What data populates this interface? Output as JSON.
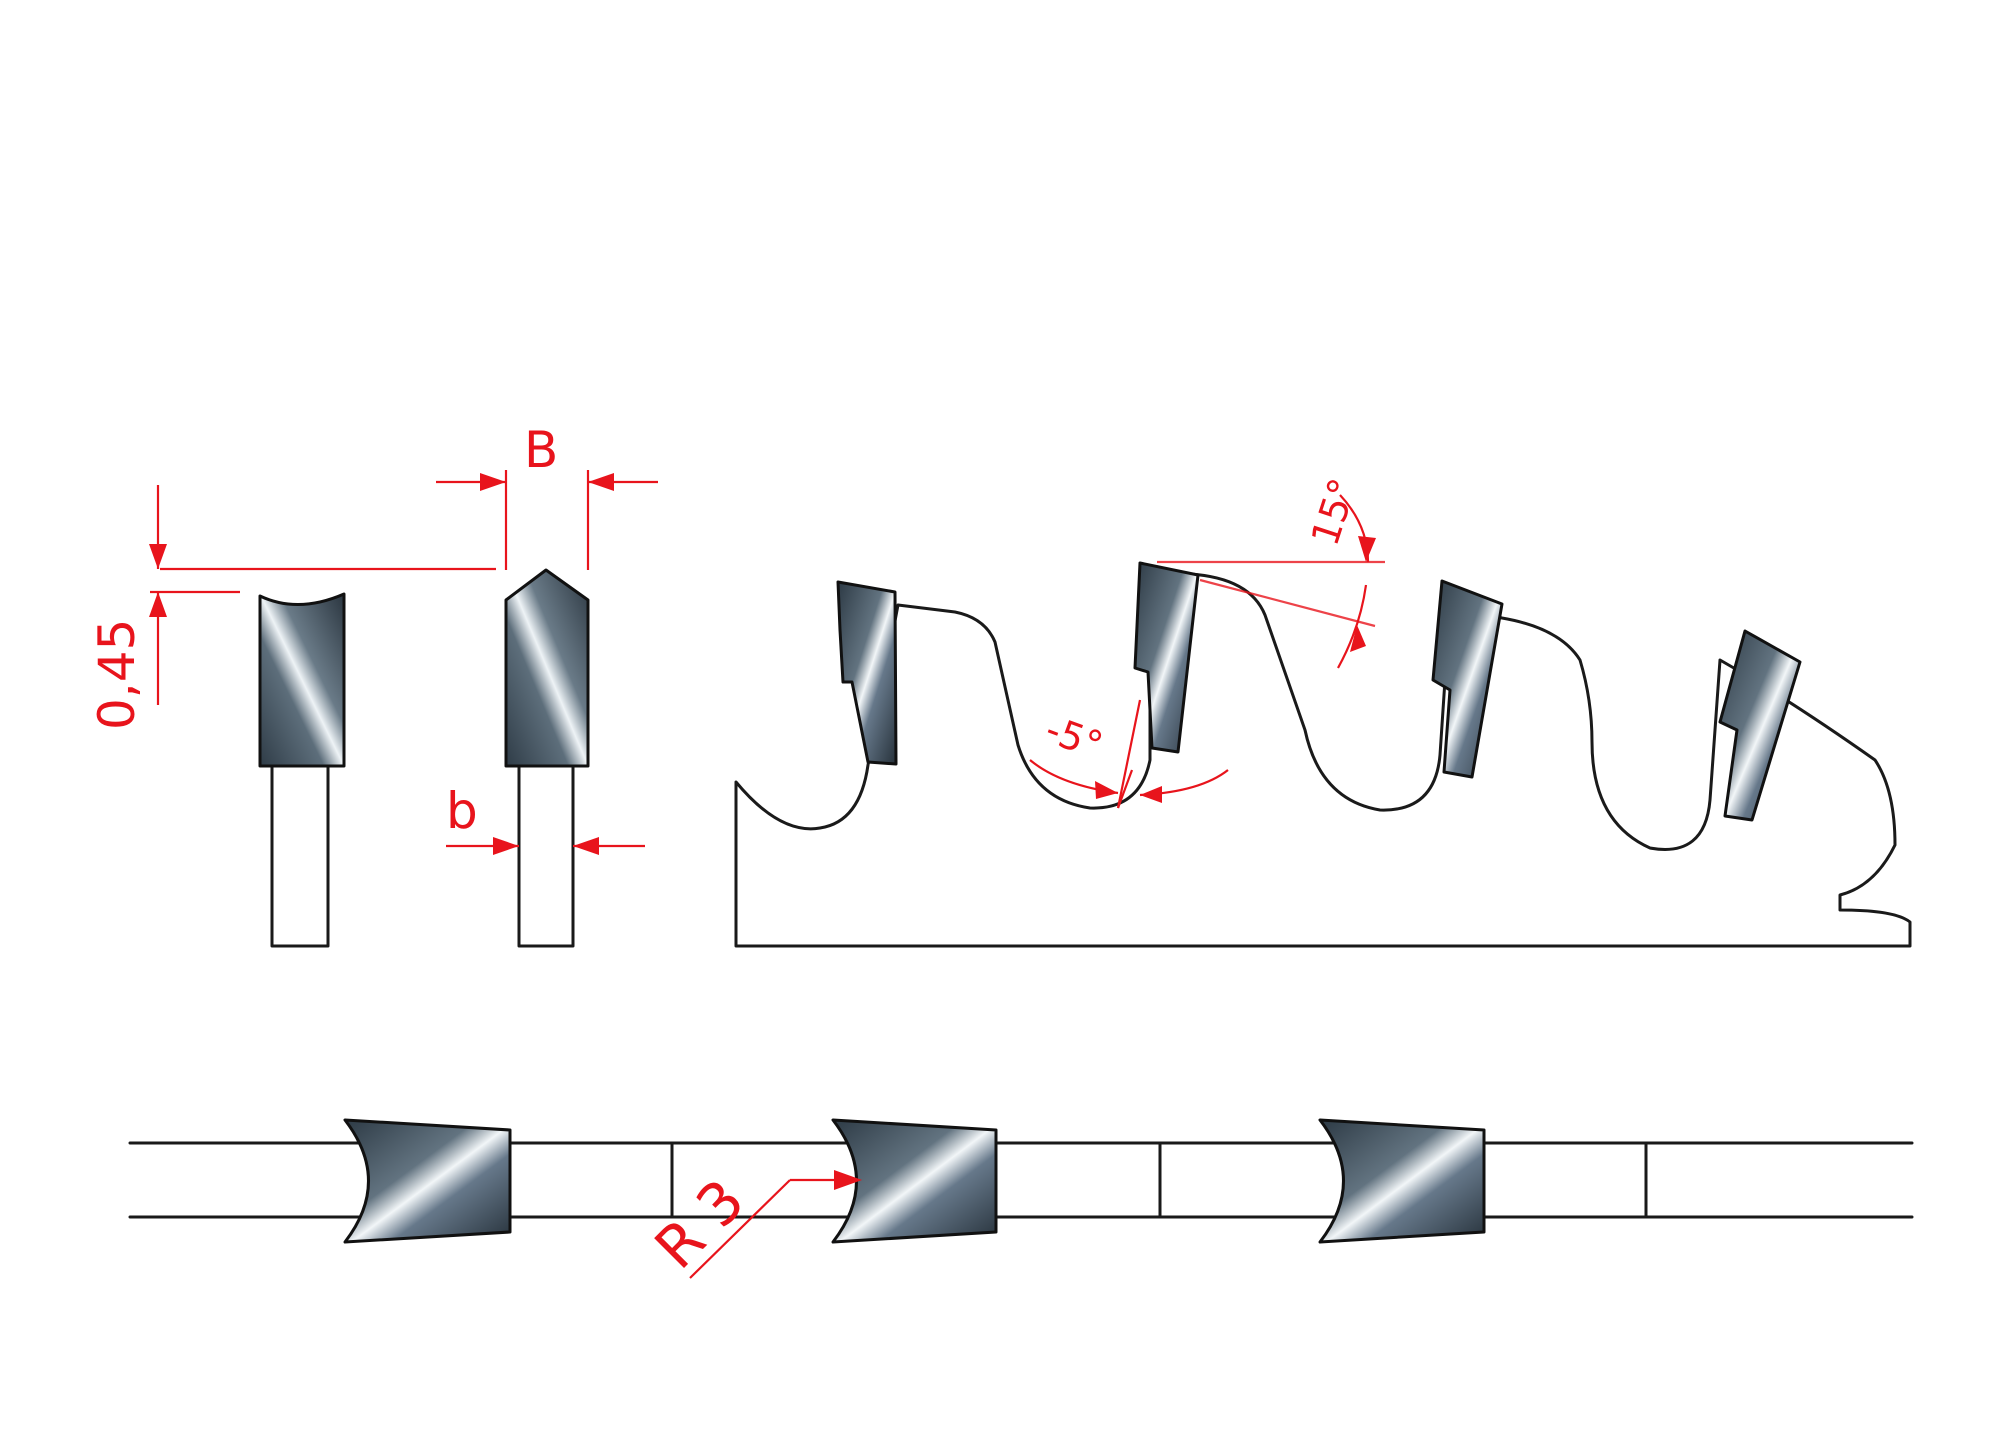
{
  "labels": {
    "thickness": "0,45",
    "kerf_width": "B",
    "body_width": "b",
    "negative_angle": "-5°",
    "top_angle": "15°",
    "radius": "R 3"
  },
  "colors": {
    "dimension": "#e8141c",
    "outline": "#1a1a1a",
    "steel_dark": "#3c4a56",
    "steel_light": "#eef3f6"
  }
}
